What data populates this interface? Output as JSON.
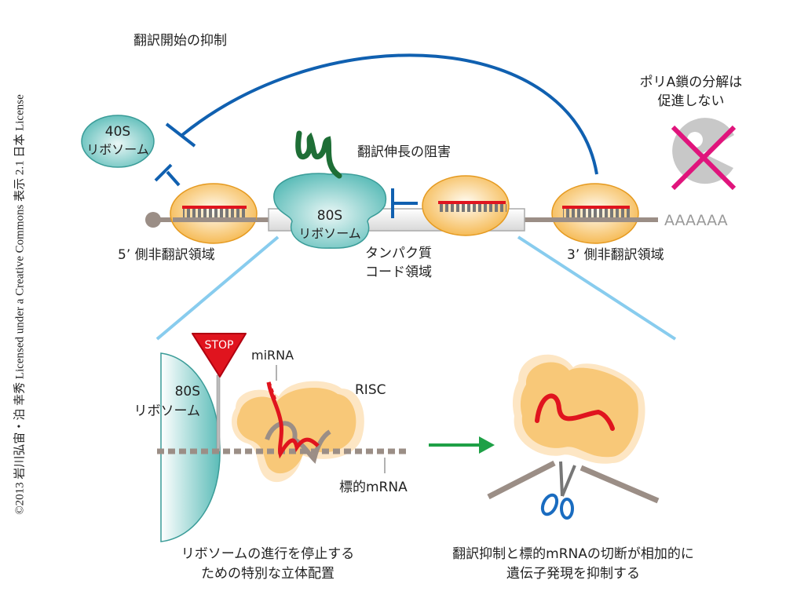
{
  "copyright": "©2013 岩川弘宙・泊 幸秀 Licensed under a Creative Commons 表示 2.1 日本 License",
  "top_panel": {
    "inhibit_initiation_label": "翻訳開始の抑制",
    "ribosome_40s": {
      "line1": "40S",
      "line2": "リボソーム"
    },
    "ribosome_80s": {
      "line1": "80S",
      "line2": "リボソーム"
    },
    "inhibit_elongation_label": "翻訳伸長の阻害",
    "poly_a_tail": "AAAAAA",
    "poly_a_note": {
      "line1": "ポリA鎖の分解は",
      "line2": "促進しない"
    },
    "utr5_label": "5’ 側非翻訳領域",
    "utr3_label": "3’ 側非翻訳領域",
    "cds_label": {
      "line1": "タンパク質",
      "line2": "コード領域"
    }
  },
  "left_detail": {
    "stop_sign": "STOP",
    "mirna_label": "miRNA",
    "risc_label": "RISC",
    "ribosome": {
      "line1": "80S",
      "line2": "リボソーム"
    },
    "target_mrna_label": "標的mRNA",
    "caption": {
      "line1": "リボソームの進行を停止する",
      "line2": "ための特別な立体配置"
    }
  },
  "right_detail": {
    "caption": {
      "line1": "翻訳抑制と標的mRNAの切断が相加的に",
      "line2": "遺伝子発現を抑制する"
    }
  },
  "colors": {
    "inhibit_blue": "#1060b0",
    "ribosome_teal": "#5bbcb8",
    "risc_orange": "#f5b64a",
    "mrna_gray": "#9b8e86",
    "mirna_red": "#e0141e",
    "cross_magenta": "#e0147c",
    "arrow_green": "#1ea046",
    "zoom_line_blue": "#88ccee",
    "peptide_green": "#1e6e36"
  }
}
